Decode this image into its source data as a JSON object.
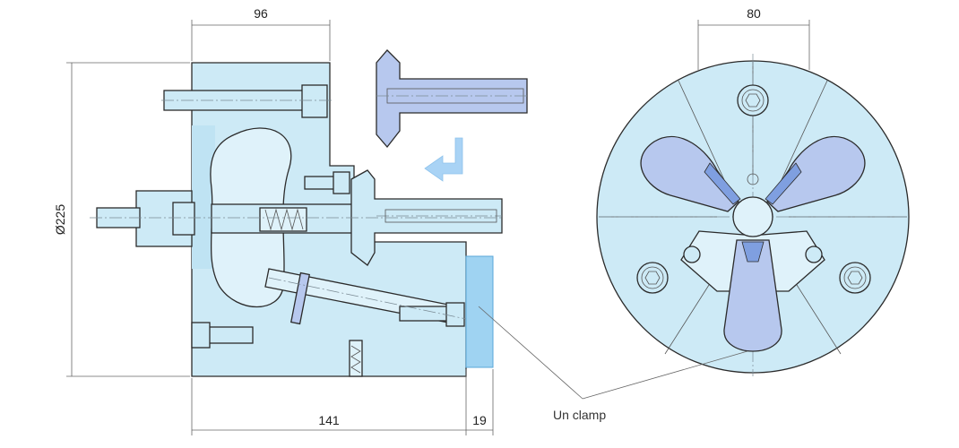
{
  "dimensions": {
    "top_left": "96",
    "top_right": "80",
    "diameter": "Ø225",
    "bottom_main": "141",
    "bottom_small": "19"
  },
  "callout": {
    "label": "Un clamp"
  },
  "colors": {
    "body_fill": "#cdeaf6",
    "body_fill_light": "#dff2fa",
    "part_fill": "#b7c8ee",
    "pad_fill": "#9fd3f2",
    "jaw_blue": "#7f9fe0",
    "arrow_fill": "#a9d3f5",
    "line": "#2b2b2b"
  },
  "icons": {
    "motion_arrow": "return-arrow-icon"
  }
}
